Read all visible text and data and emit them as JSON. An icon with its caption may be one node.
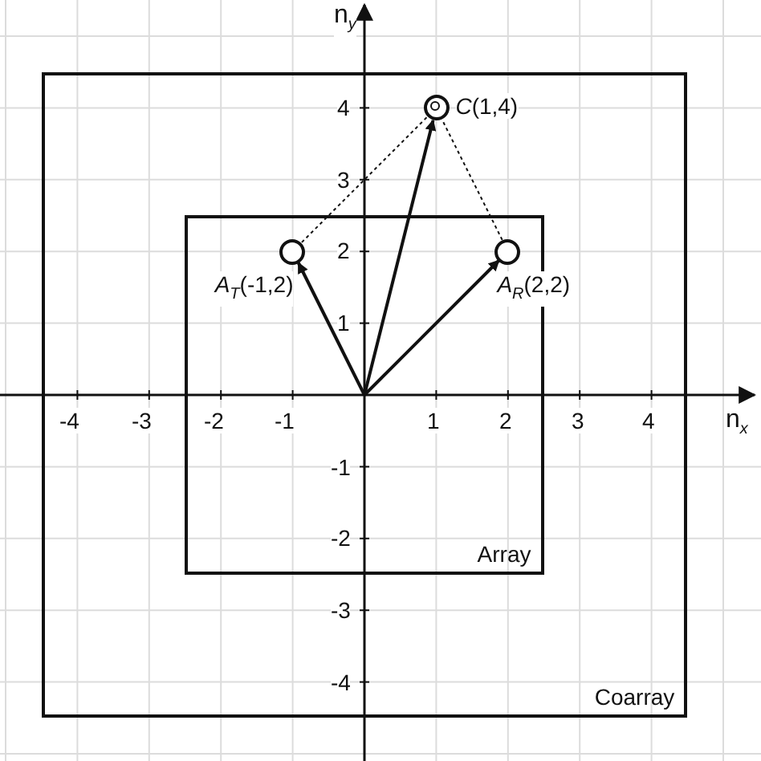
{
  "diagram": {
    "nodes": [
      {
        "text": [
          "Coarray"
        ]
      },
      {
        "text": [
          "Array"
        ],
        "in": 0
      },
      {
        "text": [],
        "shape": "circle",
        "in": 1,
        "beside": [
          "*A*$_{T}$(-1,2)"
        ]
      },
      {
        "text": [],
        "shape": "circle",
        "in": 0,
        "beside": [
          "*C*(1,4)"
        ]
      },
      {
        "text": [],
        "shape": "circle",
        "in": 1,
        "beside": [
          "*A*$_{R}$(2,2)"
        ]
      }
    ],
    "edges": [
      {
        "from": null,
        "to": 2,
        "arrow": "to"
      },
      {
        "from": null,
        "to": 3,
        "arrow": "to"
      },
      {
        "from": null,
        "to": 4,
        "arrow": "to"
      },
      {
        "from": 2,
        "to": 3,
        "arrow": "none",
        "style": "dashed"
      },
      {
        "from": 4,
        "to": 3,
        "arrow": "none",
        "style": "dashed"
      }
    ],
    "labels": [
      "n$_{y}$",
      "4",
      "3",
      "2",
      "1",
      "-4",
      "-3",
      "-2",
      "-1",
      "1",
      "2",
      "3",
      "4",
      "n$_{x}$",
      "-1",
      "-2",
      "-3",
      "-4"
    ]
  }
}
